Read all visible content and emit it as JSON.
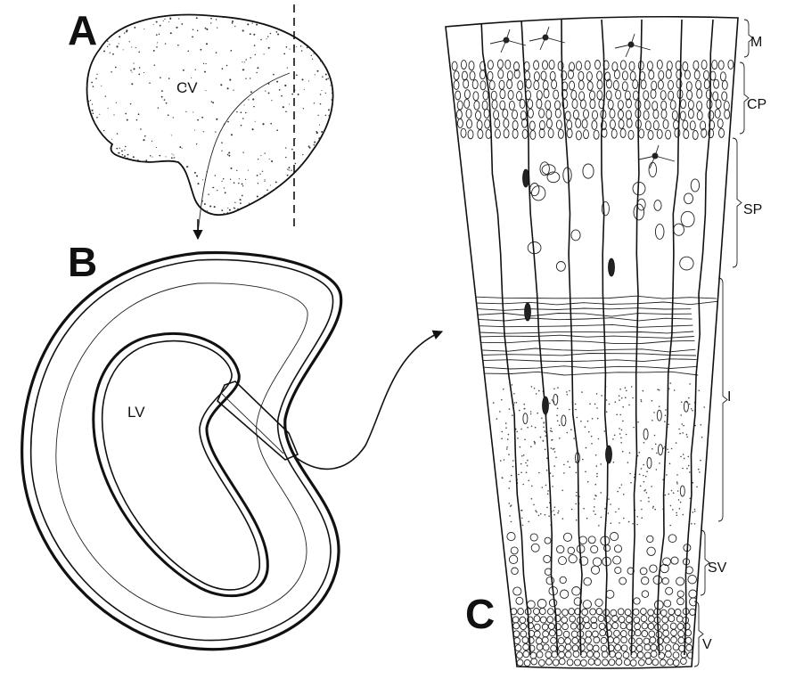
{
  "panels": {
    "a": {
      "letter": "A",
      "region_label": "CV"
    },
    "b": {
      "letter": "B",
      "region_label": "LV"
    },
    "c": {
      "letter": "C"
    }
  },
  "layers": [
    {
      "label": "M"
    },
    {
      "label": "CP"
    },
    {
      "label": "SP"
    },
    {
      "label": "I"
    },
    {
      "label": "SV"
    },
    {
      "label": "V"
    }
  ]
}
